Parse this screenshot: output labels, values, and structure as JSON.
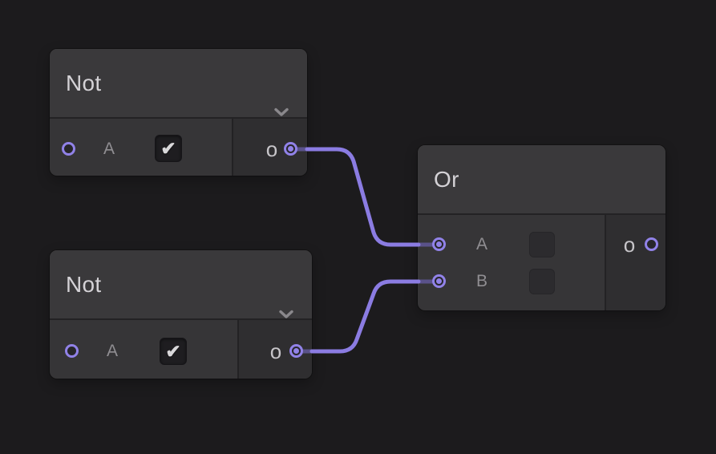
{
  "editor": {
    "background_color": "#1c1b1d",
    "wire_color": "#8b7ce2",
    "wire_dim_color": "#5a528a",
    "port_color": "#9182e8",
    "checkmark_glyph": "✔"
  },
  "nodes": [
    {
      "title": "Not",
      "inputs": [
        {
          "label": "A",
          "control": "checkbox",
          "checked": true,
          "connected": false
        }
      ],
      "outputs": [
        {
          "label": "o",
          "connected": true
        }
      ]
    },
    {
      "title": "Not",
      "inputs": [
        {
          "label": "A",
          "control": "checkbox",
          "checked": true,
          "connected": false
        }
      ],
      "outputs": [
        {
          "label": "o",
          "connected": true
        }
      ]
    },
    {
      "title": "Or",
      "inputs": [
        {
          "label": "A",
          "control": "empty-box",
          "connected": true
        },
        {
          "label": "B",
          "control": "empty-box",
          "connected": true
        }
      ],
      "outputs": [
        {
          "label": "o",
          "connected": false
        }
      ]
    }
  ],
  "connections": [
    {
      "from_node": 0,
      "from_port": "o",
      "to_node": 2,
      "to_port": "A"
    },
    {
      "from_node": 1,
      "from_port": "o",
      "to_node": 2,
      "to_port": "B"
    }
  ]
}
